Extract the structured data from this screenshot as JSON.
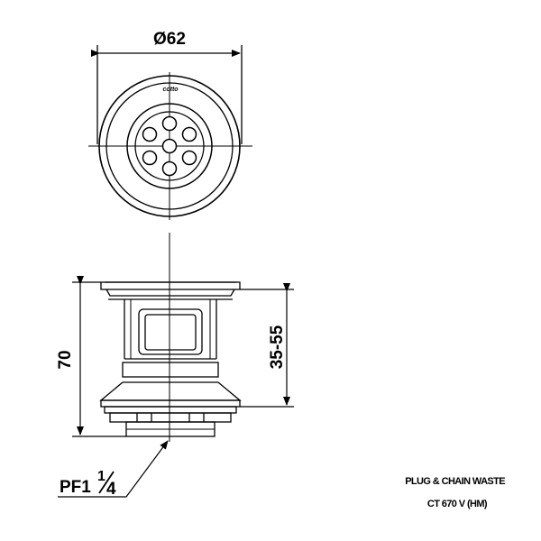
{
  "dimensions": {
    "diameter": "Ø62",
    "height": "70",
    "range": "35-55",
    "thread_main": "PF1",
    "thread_frac_num": "1",
    "thread_frac_den": "4"
  },
  "brand_mark": "cotto",
  "caption": {
    "line1": "PLUG & CHAIN WASTE",
    "line2": "CT 670 V (HM)"
  }
}
